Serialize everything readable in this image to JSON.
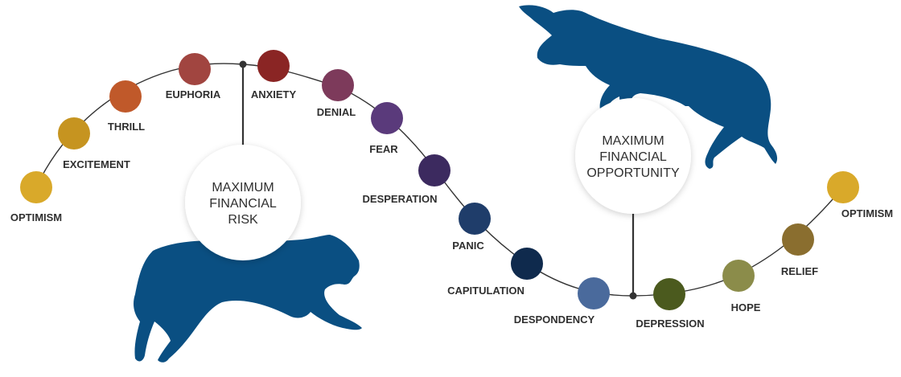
{
  "stages": [
    {
      "label": "OPTIMISM",
      "color": "#D9A92A"
    },
    {
      "label": "EXCITEMENT",
      "color": "#C69420"
    },
    {
      "label": "THRILL",
      "color": "#C0592A"
    },
    {
      "label": "EUPHORIA",
      "color": "#A14540"
    },
    {
      "label": "ANXIETY",
      "color": "#8A2524"
    },
    {
      "label": "DENIAL",
      "color": "#7D3A5B"
    },
    {
      "label": "FEAR",
      "color": "#5A3A7B"
    },
    {
      "label": "DESPERATION",
      "color": "#3C2A5F"
    },
    {
      "label": "PANIC",
      "color": "#1F3D6A"
    },
    {
      "label": "CAPITULATION",
      "color": "#0F2A4D"
    },
    {
      "label": "DESPONDENCY",
      "color": "#4A6A9C"
    },
    {
      "label": "DEPRESSION",
      "color": "#4B5A1E"
    },
    {
      "label": "HOPE",
      "color": "#8B8C4A"
    },
    {
      "label": "RELIEF",
      "color": "#8A6E2F"
    },
    {
      "label": "OPTIMISM",
      "color": "#D9A92A"
    }
  ],
  "risk_circle": {
    "lines": [
      "MAXIMUM",
      "FINANCIAL",
      "RISK"
    ]
  },
  "opportunity_circle": {
    "lines": [
      "MAXIMUM",
      "FINANCIAL",
      "OPPORTUNITY"
    ]
  },
  "colors": {
    "animal": "#0A4F82",
    "curve": "#333333",
    "text": "#2f2f2f"
  },
  "animals": [
    "bear",
    "bull"
  ]
}
